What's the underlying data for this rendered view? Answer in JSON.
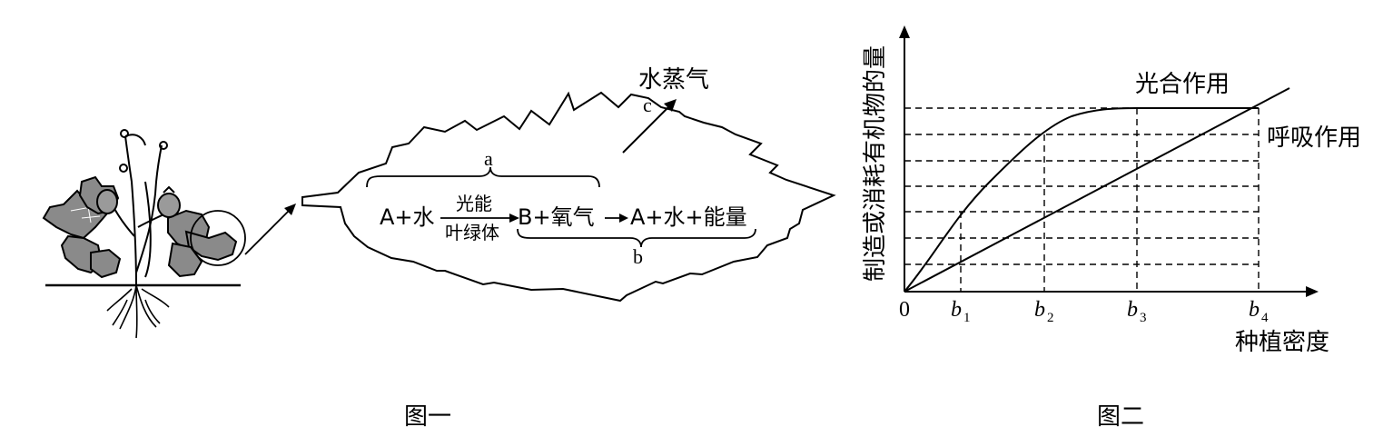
{
  "figure1": {
    "caption": "图一",
    "equation": {
      "left": "A+水",
      "over_arrow": "光能",
      "under_arrow": "叶绿体",
      "middle": "B+氧气",
      "right": "A+水+能量"
    },
    "brace_a": "a",
    "brace_b": "b",
    "vapor_label": "水蒸气",
    "vapor_arrow_label": "c"
  },
  "figure2": {
    "caption": "图二",
    "y_axis_label": "制造或消耗有机物的量",
    "x_axis_label": "种植密度",
    "origin_label": "0",
    "b_ticks": [
      {
        "base": "b",
        "sub": "1"
      },
      {
        "base": "b",
        "sub": "2"
      },
      {
        "base": "b",
        "sub": "3"
      },
      {
        "base": "b",
        "sub": "4"
      }
    ],
    "curve_photosynthesis": "光合作用",
    "curve_respiration": "呼吸作用"
  }
}
